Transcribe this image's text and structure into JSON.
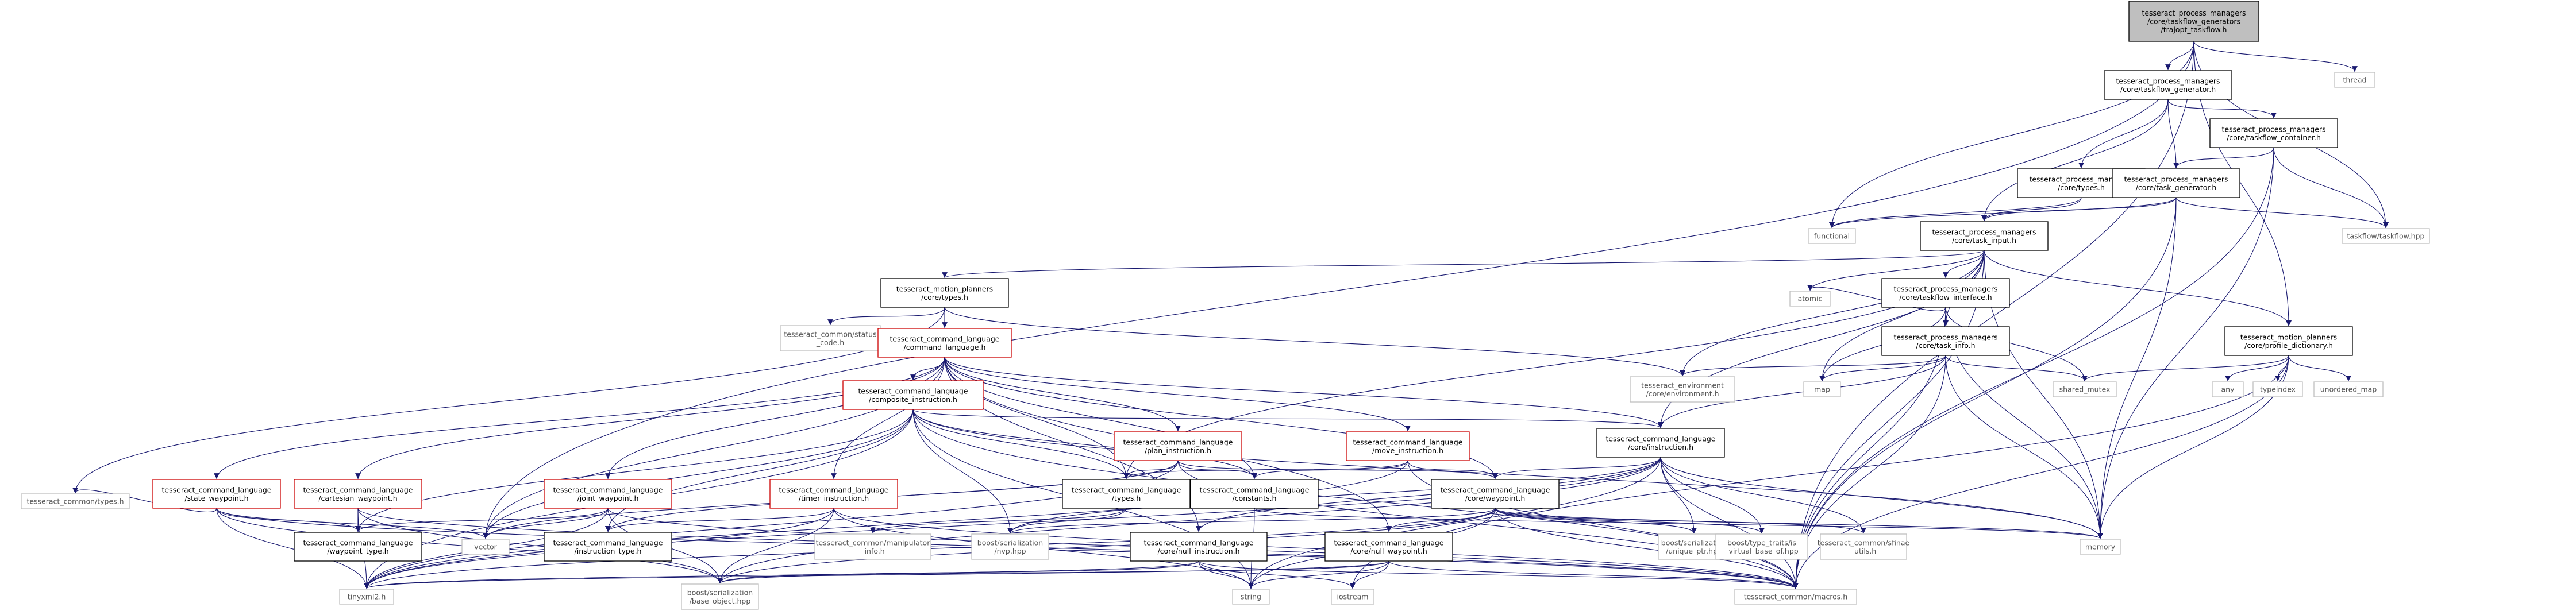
{
  "colors": {
    "edge": "#191970",
    "text_plain": "#000000",
    "text_dim": "#555555",
    "border_black": "#000000",
    "border_red": "#cc0000",
    "border_gray": "#bfbfbf",
    "fill_root": "#bfbfbf",
    "fill": "#ffffff"
  },
  "nodes": [
    {
      "id": "root",
      "style": "root",
      "lines": [
        "tesseract_process_managers",
        "/core/taskflow_generators",
        "/trajopt_taskflow.h"
      ]
    },
    {
      "id": "thread",
      "style": "gray",
      "lines": [
        "thread"
      ]
    },
    {
      "id": "tg_h",
      "style": "black",
      "lines": [
        "tesseract_process_managers",
        "/core/taskflow_generator.h"
      ]
    },
    {
      "id": "tfc_h",
      "style": "black",
      "lines": [
        "tesseract_process_managers",
        "/core/taskflow_container.h"
      ]
    },
    {
      "id": "pm_types",
      "style": "black",
      "lines": [
        "tesseract_process_managers",
        "/core/types.h"
      ]
    },
    {
      "id": "task_gen",
      "style": "black",
      "lines": [
        "tesseract_process_managers",
        "/core/task_generator.h"
      ]
    },
    {
      "id": "functional",
      "style": "gray",
      "lines": [
        "functional"
      ]
    },
    {
      "id": "taskflow",
      "style": "gray",
      "lines": [
        "taskflow/taskflow.hpp"
      ]
    },
    {
      "id": "task_input",
      "style": "black",
      "lines": [
        "tesseract_process_managers",
        "/core/task_input.h"
      ]
    },
    {
      "id": "mp_types",
      "style": "black",
      "lines": [
        "tesseract_motion_planners",
        "/core/types.h"
      ]
    },
    {
      "id": "tfi_h",
      "style": "black",
      "lines": [
        "tesseract_process_managers",
        "/core/taskflow_interface.h"
      ]
    },
    {
      "id": "task_info",
      "style": "black",
      "lines": [
        "tesseract_process_managers",
        "/core/task_info.h"
      ]
    },
    {
      "id": "atomic",
      "style": "gray",
      "lines": [
        "atomic"
      ]
    },
    {
      "id": "profile_dict",
      "style": "black",
      "lines": [
        "tesseract_motion_planners",
        "/core/profile_dictionary.h"
      ]
    },
    {
      "id": "status_code",
      "style": "gray",
      "lines": [
        "tesseract_common/status",
        "_code.h"
      ]
    },
    {
      "id": "cmd_lang",
      "style": "red",
      "lines": [
        "tesseract_command_language",
        "/command_language.h"
      ]
    },
    {
      "id": "env_h",
      "style": "gray",
      "lines": [
        "tesseract_environment",
        "/core/environment.h"
      ]
    },
    {
      "id": "map",
      "style": "gray",
      "lines": [
        "map"
      ]
    },
    {
      "id": "shared_mutex",
      "style": "gray",
      "lines": [
        "shared_mutex"
      ]
    },
    {
      "id": "any",
      "style": "gray",
      "lines": [
        "any"
      ]
    },
    {
      "id": "typeindex",
      "style": "gray",
      "lines": [
        "typeindex"
      ]
    },
    {
      "id": "unordered_map",
      "style": "gray",
      "lines": [
        "unordered_map"
      ]
    },
    {
      "id": "composite",
      "style": "red",
      "lines": [
        "tesseract_command_language",
        "/composite_instruction.h"
      ]
    },
    {
      "id": "instruction",
      "style": "black",
      "lines": [
        "tesseract_command_language",
        "/core/instruction.h"
      ]
    },
    {
      "id": "plan_instr",
      "style": "red",
      "lines": [
        "tesseract_command_language",
        "/plan_instruction.h"
      ]
    },
    {
      "id": "move_instr",
      "style": "red",
      "lines": [
        "tesseract_command_language",
        "/move_instruction.h"
      ]
    },
    {
      "id": "state_wp",
      "style": "red",
      "lines": [
        "tesseract_command_language",
        "/state_waypoint.h"
      ]
    },
    {
      "id": "cart_wp",
      "style": "red",
      "lines": [
        "tesseract_command_language",
        "/cartesian_waypoint.h"
      ]
    },
    {
      "id": "joint_wp",
      "style": "red",
      "lines": [
        "tesseract_command_language",
        "/joint_waypoint.h"
      ]
    },
    {
      "id": "timer_instr",
      "style": "red",
      "lines": [
        "tesseract_command_language",
        "/timer_instruction.h"
      ]
    },
    {
      "id": "cl_types",
      "style": "black",
      "lines": [
        "tesseract_command_language",
        "/types.h"
      ]
    },
    {
      "id": "constants",
      "style": "black",
      "lines": [
        "tesseract_command_language",
        "/constants.h"
      ]
    },
    {
      "id": "waypoint",
      "style": "black",
      "lines": [
        "tesseract_command_language",
        "/core/waypoint.h"
      ]
    },
    {
      "id": "common_types",
      "style": "gray",
      "lines": [
        "tesseract_common/types.h"
      ]
    },
    {
      "id": "wp_type",
      "style": "black",
      "lines": [
        "tesseract_command_language",
        "/waypoint_type.h"
      ]
    },
    {
      "id": "vector",
      "style": "gray",
      "lines": [
        "vector"
      ]
    },
    {
      "id": "instr_type",
      "style": "black",
      "lines": [
        "tesseract_command_language",
        "/instruction_type.h"
      ]
    },
    {
      "id": "manipulator_info",
      "style": "gray",
      "lines": [
        "tesseract_common/manipulator",
        "_info.h"
      ]
    },
    {
      "id": "nvp",
      "style": "gray",
      "lines": [
        "boost/serialization",
        "/nvp.hpp"
      ]
    },
    {
      "id": "null_instr",
      "style": "black",
      "lines": [
        "tesseract_command_language",
        "/core/null_instruction.h"
      ]
    },
    {
      "id": "null_wp",
      "style": "black",
      "lines": [
        "tesseract_command_language",
        "/core/null_waypoint.h"
      ]
    },
    {
      "id": "unique_ptr",
      "style": "gray",
      "lines": [
        "boost/serialization",
        "/unique_ptr.hpp"
      ]
    },
    {
      "id": "virtual_base",
      "style": "gray",
      "lines": [
        "boost/type_traits/is",
        "_virtual_base_of.hpp"
      ]
    },
    {
      "id": "sfinae",
      "style": "gray",
      "lines": [
        "tesseract_common/sfinae",
        "_utils.h"
      ]
    },
    {
      "id": "memory",
      "style": "gray",
      "lines": [
        "memory"
      ]
    },
    {
      "id": "tinyxml2",
      "style": "gray",
      "lines": [
        "tinyxml2.h"
      ]
    },
    {
      "id": "base_object",
      "style": "gray",
      "lines": [
        "boost/serialization",
        "/base_object.hpp"
      ]
    },
    {
      "id": "string",
      "style": "gray",
      "lines": [
        "string"
      ]
    },
    {
      "id": "iostream",
      "style": "gray",
      "lines": [
        "iostream"
      ]
    },
    {
      "id": "macros",
      "style": "gray",
      "lines": [
        "tesseract_common/macros.h"
      ]
    }
  ],
  "edges": [
    [
      "root",
      "thread"
    ],
    [
      "root",
      "tg_h"
    ],
    [
      "root",
      "taskflow"
    ],
    [
      "root",
      "functional"
    ],
    [
      "root",
      "vector"
    ],
    [
      "root",
      "profile_dict"
    ],
    [
      "root",
      "macros"
    ],
    [
      "tg_h",
      "tfc_h"
    ],
    [
      "tg_h",
      "pm_types"
    ],
    [
      "tg_h",
      "task_gen"
    ],
    [
      "tg_h",
      "task_input"
    ],
    [
      "tfc_h",
      "task_gen"
    ],
    [
      "tfc_h",
      "taskflow"
    ],
    [
      "tfc_h",
      "memory"
    ],
    [
      "tfc_h",
      "macros"
    ],
    [
      "pm_types",
      "functional"
    ],
    [
      "pm_types",
      "task_input"
    ],
    [
      "task_gen",
      "taskflow"
    ],
    [
      "task_gen",
      "functional"
    ],
    [
      "task_gen",
      "task_input"
    ],
    [
      "task_gen",
      "memory"
    ],
    [
      "task_gen",
      "macros"
    ],
    [
      "task_input",
      "mp_types"
    ],
    [
      "task_input",
      "tfi_h"
    ],
    [
      "task_input",
      "task_info"
    ],
    [
      "task_input",
      "atomic"
    ],
    [
      "task_input",
      "profile_dict"
    ],
    [
      "task_input",
      "env_h"
    ],
    [
      "task_input",
      "map"
    ],
    [
      "task_input",
      "instruction"
    ],
    [
      "task_input",
      "cl_types"
    ],
    [
      "task_input",
      "memory"
    ],
    [
      "task_input",
      "macros"
    ],
    [
      "mp_types",
      "cmd_lang"
    ],
    [
      "mp_types",
      "status_code"
    ],
    [
      "mp_types",
      "env_h"
    ],
    [
      "mp_types",
      "common_types"
    ],
    [
      "tfi_h",
      "task_info"
    ],
    [
      "tfi_h",
      "atomic"
    ],
    [
      "tfi_h",
      "map"
    ],
    [
      "tfi_h",
      "shared_mutex"
    ],
    [
      "tfi_h",
      "memory"
    ],
    [
      "tfi_h",
      "macros"
    ],
    [
      "task_info",
      "env_h"
    ],
    [
      "task_info",
      "map"
    ],
    [
      "task_info",
      "shared_mutex"
    ],
    [
      "task_info",
      "instruction"
    ],
    [
      "task_info",
      "memory"
    ],
    [
      "task_info",
      "macros"
    ],
    [
      "profile_dict",
      "any"
    ],
    [
      "profile_dict",
      "typeindex"
    ],
    [
      "profile_dict",
      "unordered_map"
    ],
    [
      "profile_dict",
      "shared_mutex"
    ],
    [
      "profile_dict",
      "memory"
    ],
    [
      "profile_dict",
      "macros"
    ],
    [
      "profile_dict",
      "iostream"
    ],
    [
      "cmd_lang",
      "composite"
    ],
    [
      "cmd_lang",
      "plan_instr"
    ],
    [
      "cmd_lang",
      "move_instr"
    ],
    [
      "cmd_lang",
      "state_wp"
    ],
    [
      "cmd_lang",
      "cart_wp"
    ],
    [
      "cmd_lang",
      "joint_wp"
    ],
    [
      "cmd_lang",
      "timer_instr"
    ],
    [
      "cmd_lang",
      "cl_types"
    ],
    [
      "cmd_lang",
      "constants"
    ],
    [
      "cmd_lang",
      "waypoint"
    ],
    [
      "cmd_lang",
      "instruction"
    ],
    [
      "cmd_lang",
      "vector"
    ],
    [
      "cmd_lang",
      "null_instr"
    ],
    [
      "cmd_lang",
      "null_wp"
    ],
    [
      "composite",
      "instruction"
    ],
    [
      "composite",
      "cl_types"
    ],
    [
      "composite",
      "constants"
    ],
    [
      "composite",
      "wp_type"
    ],
    [
      "composite",
      "vector"
    ],
    [
      "composite",
      "nvp"
    ],
    [
      "composite",
      "tinyxml2"
    ],
    [
      "composite",
      "string"
    ],
    [
      "composite",
      "memory"
    ],
    [
      "composite",
      "macros"
    ],
    [
      "composite",
      "instr_type"
    ],
    [
      "plan_instr",
      "cl_types"
    ],
    [
      "plan_instr",
      "constants"
    ],
    [
      "plan_instr",
      "waypoint"
    ],
    [
      "plan_instr",
      "vector"
    ],
    [
      "plan_instr",
      "tinyxml2"
    ],
    [
      "plan_instr",
      "instr_type"
    ],
    [
      "plan_instr",
      "macros"
    ],
    [
      "move_instr",
      "cl_types"
    ],
    [
      "move_instr",
      "constants"
    ],
    [
      "move_instr",
      "waypoint"
    ],
    [
      "move_instr",
      "tinyxml2"
    ],
    [
      "move_instr",
      "macros"
    ],
    [
      "state_wp",
      "wp_type"
    ],
    [
      "state_wp",
      "common_types"
    ],
    [
      "state_wp",
      "vector"
    ],
    [
      "state_wp",
      "tinyxml2"
    ],
    [
      "state_wp",
      "base_object"
    ],
    [
      "state_wp",
      "macros"
    ],
    [
      "cart_wp",
      "wp_type"
    ],
    [
      "cart_wp",
      "tinyxml2"
    ],
    [
      "cart_wp",
      "base_object"
    ],
    [
      "cart_wp",
      "macros"
    ],
    [
      "joint_wp",
      "wp_type"
    ],
    [
      "joint_wp",
      "vector"
    ],
    [
      "joint_wp",
      "tinyxml2"
    ],
    [
      "joint_wp",
      "base_object"
    ],
    [
      "joint_wp",
      "macros"
    ],
    [
      "timer_instr",
      "instr_type"
    ],
    [
      "timer_instr",
      "tinyxml2"
    ],
    [
      "timer_instr",
      "base_object"
    ],
    [
      "timer_instr",
      "macros"
    ],
    [
      "timer_instr",
      "string"
    ],
    [
      "cl_types",
      "manipulator_info"
    ],
    [
      "cl_types",
      "nvp"
    ],
    [
      "constants",
      "string"
    ],
    [
      "constants",
      "memory"
    ],
    [
      "instruction",
      "waypoint"
    ],
    [
      "instruction",
      "null_instr"
    ],
    [
      "instruction",
      "unique_ptr"
    ],
    [
      "instruction",
      "virtual_base"
    ],
    [
      "instruction",
      "sfinae"
    ],
    [
      "instruction",
      "memory"
    ],
    [
      "instruction",
      "tinyxml2"
    ],
    [
      "instruction",
      "base_object"
    ],
    [
      "instruction",
      "string"
    ],
    [
      "instruction",
      "macros"
    ],
    [
      "instruction",
      "nvp"
    ],
    [
      "waypoint",
      "null_wp"
    ],
    [
      "waypoint",
      "unique_ptr"
    ],
    [
      "waypoint",
      "virtual_base"
    ],
    [
      "waypoint",
      "sfinae"
    ],
    [
      "waypoint",
      "memory"
    ],
    [
      "waypoint",
      "tinyxml2"
    ],
    [
      "waypoint",
      "base_object"
    ],
    [
      "waypoint",
      "string"
    ],
    [
      "waypoint",
      "macros"
    ],
    [
      "waypoint",
      "nvp"
    ],
    [
      "null_instr",
      "tinyxml2"
    ],
    [
      "null_instr",
      "base_object"
    ],
    [
      "null_instr",
      "string"
    ],
    [
      "null_instr",
      "iostream"
    ],
    [
      "null_instr",
      "macros"
    ],
    [
      "null_wp",
      "tinyxml2"
    ],
    [
      "null_wp",
      "base_object"
    ],
    [
      "null_wp",
      "string"
    ],
    [
      "null_wp",
      "iostream"
    ],
    [
      "null_wp",
      "macros"
    ]
  ]
}
